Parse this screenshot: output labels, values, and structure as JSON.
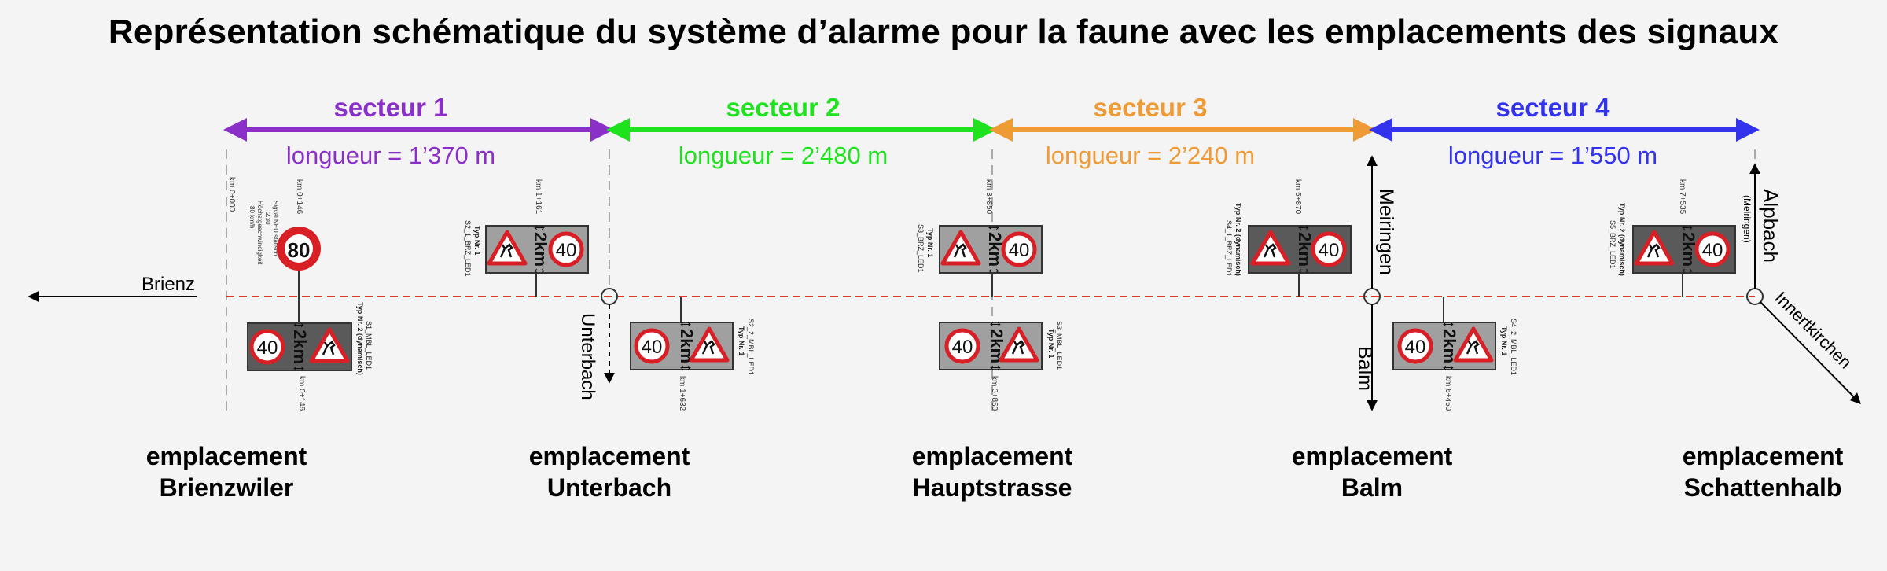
{
  "title": "Représentation schématique du système d’alarme pour la faune avec les emplacements des signaux",
  "sectors": [
    {
      "name": "secteur 1",
      "length": "longueur = 1’370 m",
      "color": "#8b2fc9"
    },
    {
      "name": "secteur 2",
      "length": "longueur = 2’480 m",
      "color": "#1fe21f"
    },
    {
      "name": "secteur 3",
      "length": "longueur = 2’240 m",
      "color": "#ef9b35"
    },
    {
      "name": "secteur 4",
      "length": "longueur = 1’550 m",
      "color": "#3333ee"
    }
  ],
  "places": {
    "brienz": "Brienz",
    "unterbach": "Unterbach",
    "meiringen": "Meiringen",
    "balm": "Balm",
    "alpbach": "Alpbach",
    "alpbach_sub": "(Meiringen)",
    "innertkirchen": "Innertkirchen"
  },
  "locations": [
    {
      "line1": "emplacement",
      "line2": "Brienzwiler"
    },
    {
      "line1": "emplacement",
      "line2": "Unterbach"
    },
    {
      "line1": "emplacement",
      "line2": "Hauptstrasse"
    },
    {
      "line1": "emplacement",
      "line2": "Balm"
    },
    {
      "line1": "emplacement",
      "line2": "Schattenhalb"
    }
  ],
  "sign": {
    "speed": "40",
    "distance": "2km",
    "speed_limit_80": "80"
  },
  "km_markers": {
    "start": "km 0+000",
    "s1_top": "km 0+146",
    "s1_bottom": "km 0+146",
    "s2_top": "km 1+161",
    "s2_bottom": "km 1+632",
    "s3_top": "km 3+850",
    "s3_bottom": "km 3+850",
    "s4_top": "km 5+870",
    "s4_bottom": "km 6+450",
    "s5_top": "km 7+535"
  },
  "sign_codes": {
    "s1_mbl": {
      "code": "S1_MBL_LED1",
      "type": "Typ Nr. 2 (dynamisch)"
    },
    "s2_brz": {
      "code": "S2_1_BRZ_LED1",
      "type": "Typ Nr. 1"
    },
    "s2_mbl": {
      "code": "S2_2_MBL_LED1",
      "type": "Typ Nr. 1"
    },
    "s3_brz": {
      "code": "S3_BRZ_LED1",
      "type": "Typ Nr. 1"
    },
    "s3_mbl": {
      "code": "S3_MBL_LED1",
      "type": "Typ Nr. 1"
    },
    "s4_brz": {
      "code": "S4_1_BRZ_LED1",
      "type": "Typ Nr. 2 (dynamisch)"
    },
    "s4_mbl": {
      "code": "S4_2_MBL_LED1",
      "type": "Typ Nr. 1"
    },
    "s5_brz": {
      "code": "S5_BRZ_LED1",
      "type": "Typ Nr. 2 (dynamisch)"
    }
  },
  "speed_note": [
    "Sigval NEU statisch",
    "2.30",
    "Höchstgeschwindigkeit",
    "80 km/h"
  ]
}
